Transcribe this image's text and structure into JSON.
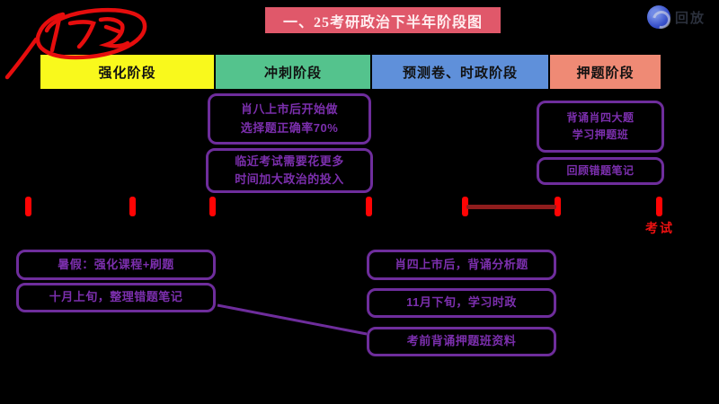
{
  "title": {
    "text": "一、25考研政治下半年阶段图"
  },
  "watermark": {
    "icon": "blue-swirl-logo",
    "text": "回放"
  },
  "annotation": {
    "scribble": "red-handwritten-circled-signature"
  },
  "phases": [
    {
      "label": "强化阶段",
      "color": "#f9f91c"
    },
    {
      "label": "冲刺阶段",
      "color": "#54c38d"
    },
    {
      "label": "预测卷、时政阶段",
      "color": "#5f90da"
    },
    {
      "label": "押题阶段",
      "color": "#ef8a75"
    }
  ],
  "sprint_notes": [
    {
      "lines": [
        "肖八上市后开始做",
        "选择题正确率70%"
      ]
    },
    {
      "lines": [
        "临近考试需要花更多",
        "时间加大政治的投入"
      ]
    }
  ],
  "yati_notes": [
    {
      "lines": [
        "背诵肖四大题",
        "学习押题班"
      ]
    },
    {
      "lines": [
        "回顾错题笔记"
      ]
    }
  ],
  "bottom_left_notes": [
    "暑假：强化课程+刷题",
    "十月上旬，整理错题笔记"
  ],
  "bottom_right_notes": [
    "肖四上市后，背诵分析题",
    "11月下旬，学习时政",
    "考前背诵押题班资料"
  ],
  "timeline": {
    "tick_count": 7,
    "exam_label": "考试"
  },
  "colors": {
    "background": "#000000",
    "title_banner": "#e0586a",
    "note_border": "#6e2d9c",
    "note_text": "#7c2fae",
    "tick_red": "#ff0404",
    "segment_dark_red": "#8f1d1d",
    "exam_red": "#ee1111"
  }
}
